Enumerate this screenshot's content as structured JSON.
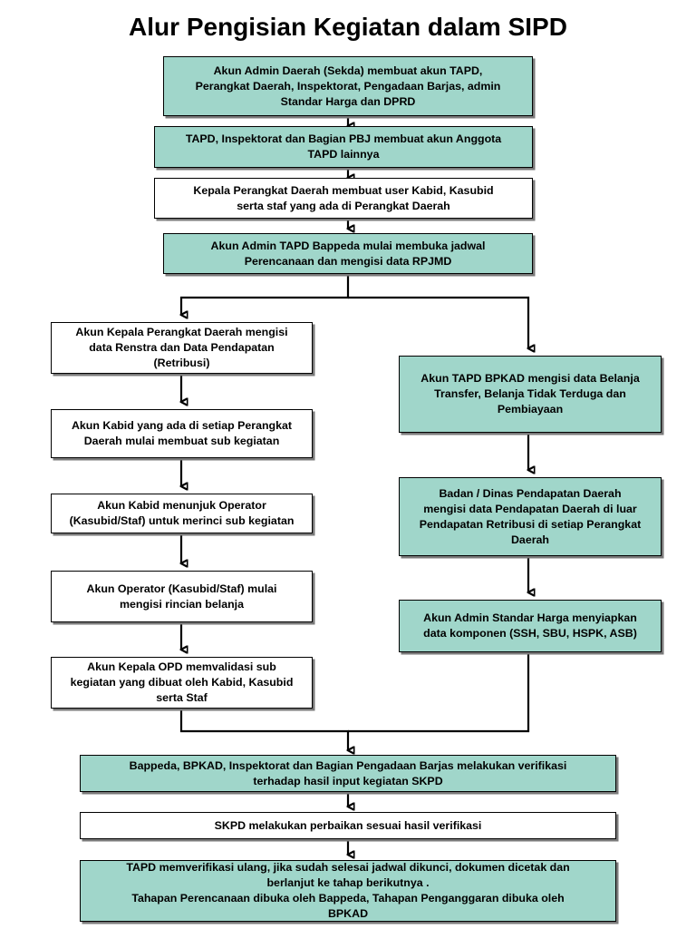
{
  "title": "Alur Pengisian Kegiatan dalam SIPD",
  "colors": {
    "teal": "#a0d6ca",
    "white": "#ffffff",
    "stroke": "#000000",
    "shadow": "#7a7a7a"
  },
  "chart_data": {
    "type": "diagram",
    "title": "Alur Pengisian Kegiatan dalam SIPD",
    "nodes": [
      {
        "id": "n1",
        "label": "Akun Admin Daerah (Sekda) membuat akun TAPD,\nPerangkat Daerah, Inspektorat, Pengadaan Barjas, admin\nStandar Harga dan DPRD",
        "fill": "teal",
        "column": "center"
      },
      {
        "id": "n2",
        "label": "TAPD, Inspektorat dan Bagian PBJ membuat akun Anggota\nTAPD lainnya",
        "fill": "teal",
        "column": "center"
      },
      {
        "id": "n3",
        "label": "Kepala Perangkat Daerah membuat user Kabid, Kasubid\nserta staf yang ada di Perangkat Daerah",
        "fill": "white",
        "column": "center"
      },
      {
        "id": "n4",
        "label": "Akun Admin TAPD Bappeda mulai membuka jadwal\nPerencanaan dan mengisi data RPJMD",
        "fill": "teal",
        "column": "center"
      },
      {
        "id": "L1",
        "label": "Akun Kepala Perangkat Daerah mengisi\ndata Renstra  dan Data Pendapatan\n(Retribusi)",
        "fill": "white",
        "column": "left"
      },
      {
        "id": "L2",
        "label": "Akun Kabid yang ada di setiap  Perangkat\nDaerah mulai membuat sub kegiatan",
        "fill": "white",
        "column": "left"
      },
      {
        "id": "L3",
        "label": "Akun Kabid menunjuk Operator\n(Kasubid/Staf) untuk merinci sub kegiatan",
        "fill": "white",
        "column": "left"
      },
      {
        "id": "L4",
        "label": "Akun Operator (Kasubid/Staf) mulai\nmengisi rincian belanja",
        "fill": "white",
        "column": "left"
      },
      {
        "id": "L5",
        "label": "Akun Kepala OPD memvalidasi sub\nkegiatan yang dibuat oleh Kabid, Kasubid\nserta Staf",
        "fill": "white",
        "column": "left"
      },
      {
        "id": "R1",
        "label": "Akun TAPD BPKAD mengisi data Belanja\nTransfer, Belanja Tidak Terduga dan\nPembiayaan",
        "fill": "teal",
        "column": "right"
      },
      {
        "id": "R2",
        "label": "Badan / Dinas Pendapatan  Daerah\nmengisi data Pendapatan Daerah di luar\nPendapatan Retribusi di setiap Perangkat\nDaerah",
        "fill": "teal",
        "column": "right"
      },
      {
        "id": "R3",
        "label": "Akun Admin Standar Harga menyiapkan\ndata komponen (SSH, SBU, HSPK, ASB)",
        "fill": "teal",
        "column": "right"
      },
      {
        "id": "b1",
        "label": "Bappeda, BPKAD, Inspektorat dan Bagian Pengadaan Barjas  melakukan verifikasi\nterhadap hasil input kegiatan SKPD",
        "fill": "teal",
        "column": "bottom"
      },
      {
        "id": "b2",
        "label": "SKPD melakukan perbaikan sesuai hasil verifikasi",
        "fill": "white",
        "column": "bottom"
      },
      {
        "id": "b3",
        "label": "TAPD memverifikasi ulang, jika sudah selesai jadwal dikunci, dokumen dicetak dan\nberlanjut ke tahap berikutnya .\nTahapan Perencanaan dibuka oleh Bappeda, Tahapan Penganggaran dibuka oleh\nBPKAD",
        "fill": "teal",
        "column": "bottom"
      }
    ],
    "edges": [
      {
        "from": "n1",
        "to": "n2",
        "type": "straight-down"
      },
      {
        "from": "n2",
        "to": "n3",
        "type": "straight-down"
      },
      {
        "from": "n3",
        "to": "n4",
        "type": "straight-down"
      },
      {
        "from": "n4",
        "to": "L1",
        "type": "split-left"
      },
      {
        "from": "n4",
        "to": "R1",
        "type": "split-right"
      },
      {
        "from": "L1",
        "to": "L2",
        "type": "straight-down"
      },
      {
        "from": "L2",
        "to": "L3",
        "type": "straight-down"
      },
      {
        "from": "L3",
        "to": "L4",
        "type": "straight-down"
      },
      {
        "from": "L4",
        "to": "L5",
        "type": "straight-down"
      },
      {
        "from": "R1",
        "to": "R2",
        "type": "straight-down"
      },
      {
        "from": "R2",
        "to": "R3",
        "type": "straight-down"
      },
      {
        "from": "L5",
        "to": "b1",
        "type": "merge-left"
      },
      {
        "from": "R3",
        "to": "b1",
        "type": "merge-right"
      },
      {
        "from": "b1",
        "to": "b2",
        "type": "straight-down"
      },
      {
        "from": "b2",
        "to": "b3",
        "type": "straight-down"
      }
    ]
  }
}
